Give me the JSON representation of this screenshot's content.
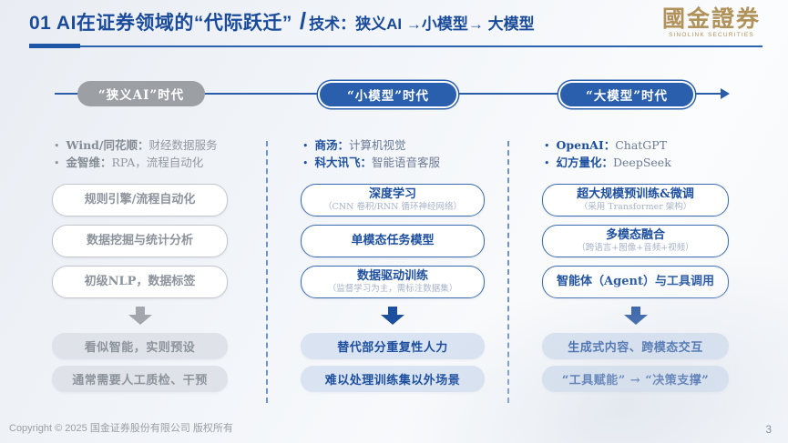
{
  "header": {
    "title_main": "01 AI在证券领域的“代际跃迁”",
    "title_slash": "/",
    "title_sub": "技术：狭义AI →小模型→ 大模型",
    "logo_text": "國金證券",
    "logo_sub": "SINOLINK SECURITIES"
  },
  "timeline": {
    "stages": [
      {
        "label": "“狭义AI”时代"
      },
      {
        "label": "“小模型”时代"
      },
      {
        "label": "“大模型”时代"
      }
    ]
  },
  "columns": [
    {
      "id": "narrow-ai",
      "bullets": [
        {
          "name": "Wind/同花顺：",
          "desc": "财经数据服务"
        },
        {
          "name": "金智维：",
          "desc": "RPA，流程自动化"
        }
      ],
      "boxes": [
        {
          "title": "规则引擎/流程自动化",
          "sub": ""
        },
        {
          "title": "数据挖掘与统计分析",
          "sub": ""
        },
        {
          "title": "初级NLP，数据标签",
          "sub": ""
        }
      ],
      "results": [
        "看似智能，实则预设",
        "通常需要人工质检、干预"
      ]
    },
    {
      "id": "small-model",
      "bullets": [
        {
          "name": "商汤：",
          "desc": "计算机视觉"
        },
        {
          "name": "科大讯飞：",
          "desc": "智能语音客服"
        }
      ],
      "boxes": [
        {
          "title": "深度学习",
          "sub": "（CNN 卷积/RNN 循环神经网络）"
        },
        {
          "title": "单模态任务模型",
          "sub": ""
        },
        {
          "title": "数据驱动训练",
          "sub": "（监督学习为主，需标注数据集）"
        }
      ],
      "results": [
        "替代部分重复性人力",
        "难以处理训练集以外场景"
      ]
    },
    {
      "id": "large-model",
      "bullets": [
        {
          "name": "OpenAI：",
          "desc": "ChatGPT"
        },
        {
          "name": "幻方量化：",
          "desc": "DeepSeek"
        }
      ],
      "boxes": [
        {
          "title": "超大规模预训练&微调",
          "sub": "（采用 Transformer 架构）"
        },
        {
          "title": "多模态融合",
          "sub": "（跨语言+图像+音频+视频）"
        },
        {
          "title": "智能体（Agent）与工具调用",
          "sub": ""
        }
      ],
      "results": [
        "生成式内容、跨模态交互",
        "“工具赋能” → “决策支撑”"
      ]
    }
  ],
  "footer": {
    "copyright": "Copyright © 2025 国金证券股份有限公司 版权所有",
    "page_number": "3"
  },
  "colors": {
    "title_blue": "#1a4b9b",
    "timeline_blue": "#2a5fae",
    "timeline_gray": "#9c9fa4",
    "box_border_blue": "#3a6ab2",
    "box_border_gray": "#c3c7cd",
    "result_fill_blue": "#d9e3f1",
    "result_fill_gray": "#dfe3e9",
    "text_gray": "#8d939c",
    "logo_gold": "#b0925a"
  }
}
